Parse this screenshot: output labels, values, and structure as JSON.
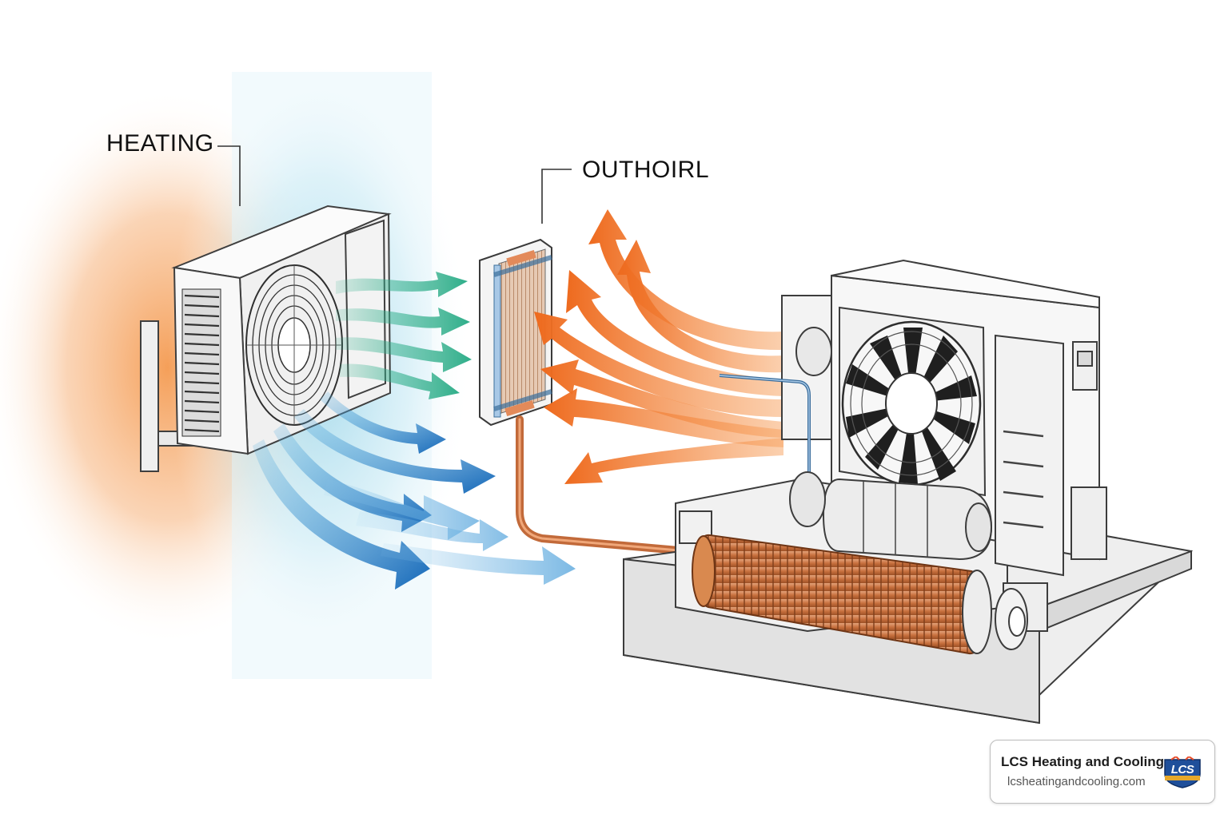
{
  "labels": {
    "heating": "HEATING",
    "outhoirl": "OUTHOIRL"
  },
  "brand": {
    "name": "LCS Heating and Cooling",
    "url": "lcsheatingandcooling.com",
    "logo_text": "LCS"
  },
  "colors": {
    "warm_glow": "#f4a45f",
    "cool_glow": "#9fd8ea",
    "green_arrow": "#2fae8a",
    "blue_arrow": "#1a74c2",
    "orange_arrow": "#f07c2a",
    "copper_coil": "#c9713f",
    "unit_outline": "#4a4a4a",
    "unit_fill": "#f4f4f4"
  },
  "icons": {
    "left_unit": "indoor-heat-pump-unit",
    "heat_exchanger": "heat-exchanger-panel",
    "right_unit": "outdoor-condenser-unit",
    "coil": "copper-coil",
    "logo": "lcs-shield-logo"
  }
}
